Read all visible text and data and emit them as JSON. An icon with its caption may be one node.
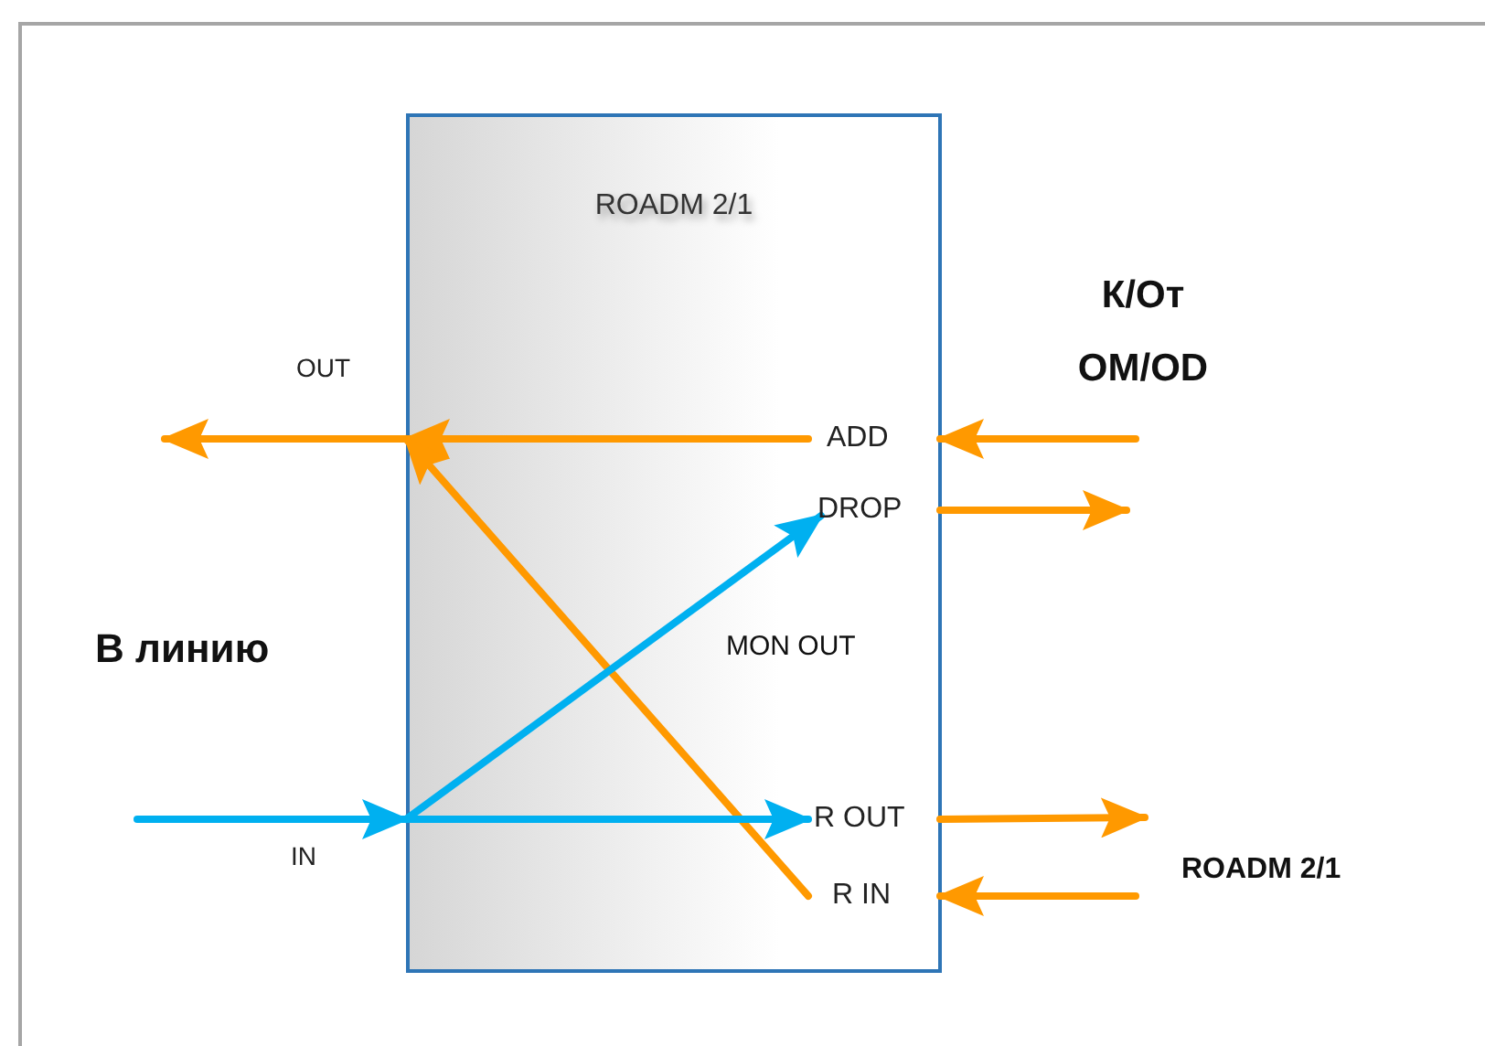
{
  "diagram": {
    "nodes": [
      {
        "text": [
          "ROADM 2/1"
        ]
      },
      {
        "text": [
          "ADD"
        ],
        "in": 0
      },
      {
        "text": [
          "DROP"
        ],
        "in": 0
      },
      {
        "text": [
          "R OUT"
        ],
        "in": 0
      },
      {
        "text": [
          "R IN"
        ],
        "in": 0
      }
    ],
    "edges": [
      {
        "from": 1,
        "to": 0,
        "arrow": "to"
      },
      {
        "from": 4,
        "to": 0,
        "arrow": "to"
      },
      {
        "from": 0,
        "to": null,
        "arrow": "to",
        "label": "OUT"
      },
      {
        "from": null,
        "to": 0,
        "arrow": "to",
        "label": "IN",
        "color": "#00b0f0"
      },
      {
        "from": 0,
        "to": 2,
        "arrow": "to",
        "color": "#00b0f0"
      },
      {
        "from": 0,
        "to": 3,
        "arrow": "to",
        "color": "#00b0f0"
      },
      {
        "from": null,
        "to": 1,
        "arrow": "to"
      },
      {
        "from": 2,
        "to": null,
        "arrow": "to"
      },
      {
        "from": 3,
        "to": null,
        "arrow": "to"
      },
      {
        "from": null,
        "to": 4,
        "arrow": "to"
      }
    ],
    "labels": [
      "К/От OM/OD",
      "В линию",
      "MON OUT",
      "ROADM 2/1"
    ]
  }
}
